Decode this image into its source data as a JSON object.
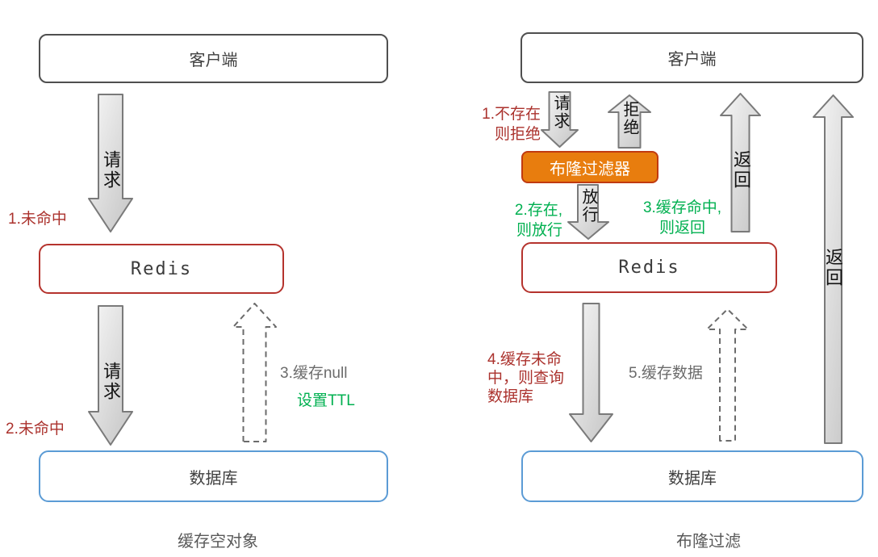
{
  "left": {
    "client": "客户端",
    "redis": "Redis",
    "database": "数据库",
    "caption": "缓存空对象",
    "arrow1_label": "请求",
    "arrow2_label": "请求",
    "step1": "1.未命中",
    "step2": "2.未命中",
    "step3_line1": "3.缓存null",
    "step3_line2": "设置TTL"
  },
  "right": {
    "client": "客户端",
    "bloom": "布隆过滤器",
    "redis": "Redis",
    "database": "数据库",
    "caption": "布隆过滤",
    "request_label": "请求",
    "reject_label": "拒绝",
    "pass_label": "放行",
    "return1_label": "返回",
    "return2_label": "返回",
    "step1_line1": "1.不存在",
    "step1_line2": "则拒绝",
    "step2_line1": "2.存在,",
    "step2_line2": "则放行",
    "step3_line1": "3.缓存命中,",
    "step3_line2": "则返回",
    "step4_line1": "4.缓存未命",
    "step4_line2": "中，则查询",
    "step4_line3": "数据库",
    "step5": "5.缓存数据"
  },
  "colors": {
    "client_border": "#4f4f4f",
    "redis_border": "#b5332d",
    "database_border": "#5b9bd5",
    "bloom_fill": "#e87d0e",
    "bloom_border": "#c03a10",
    "red_text": "#ab322d",
    "green_text": "#00b050",
    "gray_text": "#6b6b6b",
    "arrow_fill_light": "#f7f7f7",
    "arrow_fill_dark": "#c4c4c4",
    "arrow_stroke": "#7a7a7a"
  }
}
